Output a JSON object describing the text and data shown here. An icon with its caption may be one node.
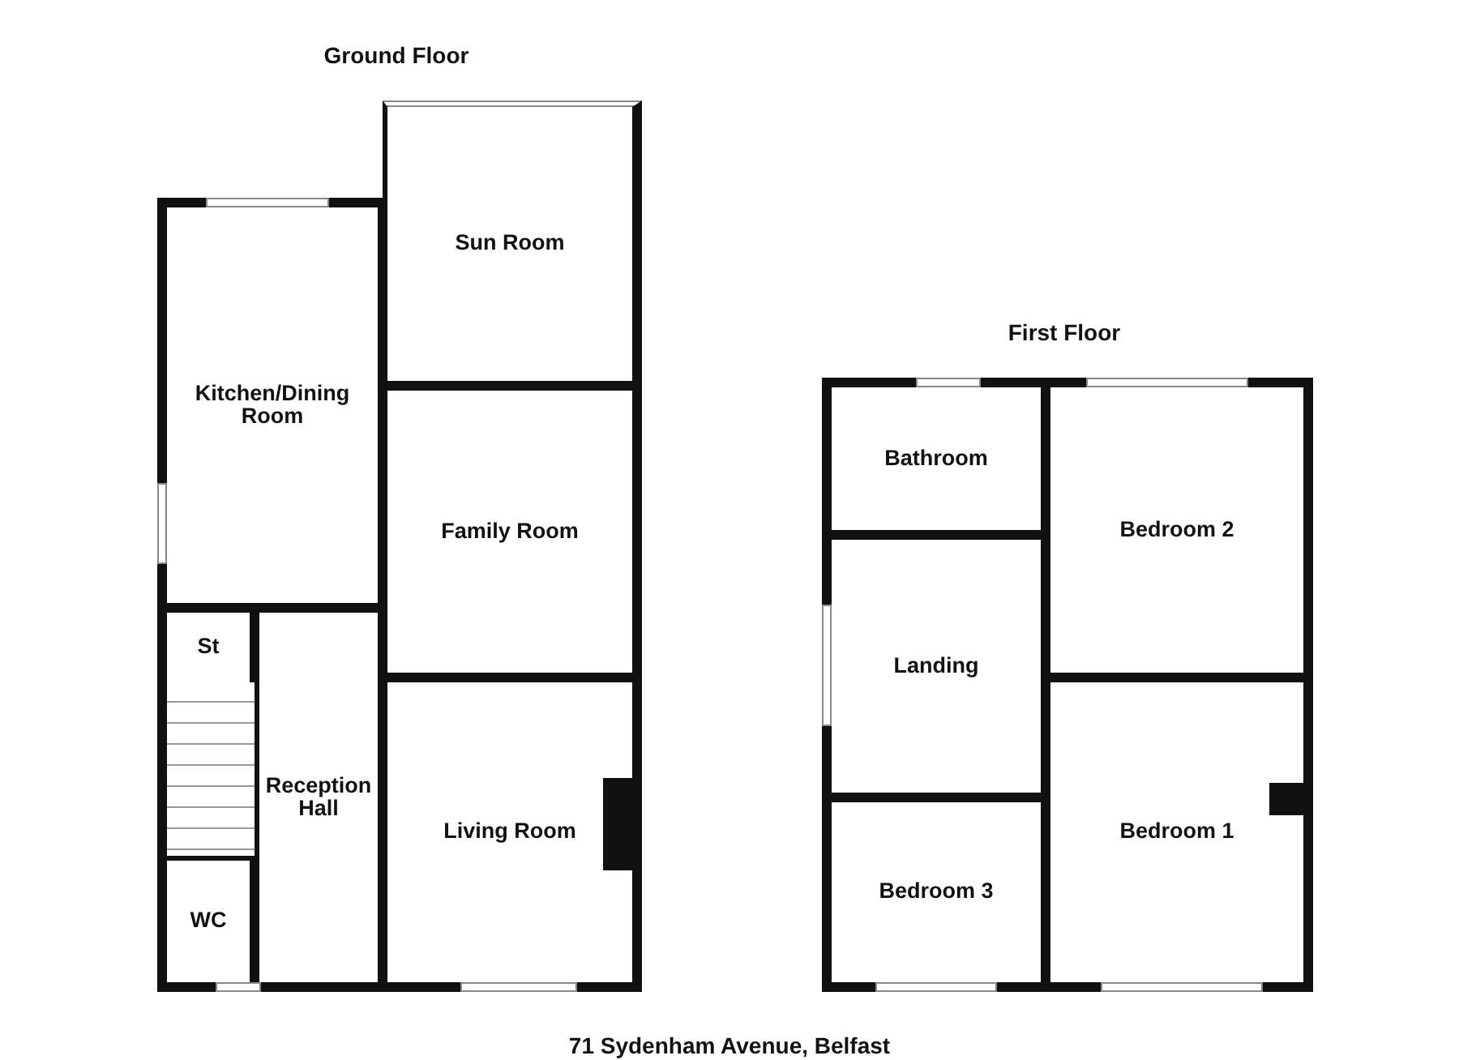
{
  "diagram": {
    "caption": "71 Sydenham Avenue, Belfast",
    "nodes": [
      {
        "text": [
          "Sun Room"
        ]
      },
      {
        "text": [
          "Kitchen/Dining Room"
        ]
      },
      {
        "text": [
          "Family Room"
        ]
      },
      {
        "text": [
          "St"
        ]
      },
      {
        "text": [
          "Reception Hall"
        ]
      },
      {
        "text": [
          "Living Room"
        ]
      },
      {
        "text": [
          "WC"
        ]
      },
      {
        "text": [
          "Bathroom"
        ]
      },
      {
        "text": [
          "Bedroom 2"
        ]
      },
      {
        "text": [
          "Landing"
        ]
      },
      {
        "text": [
          "Bedroom 1"
        ]
      },
      {
        "text": [
          "Bedroom 3"
        ]
      }
    ],
    "labels": [
      "Ground Floor",
      "First Floor"
    ]
  }
}
